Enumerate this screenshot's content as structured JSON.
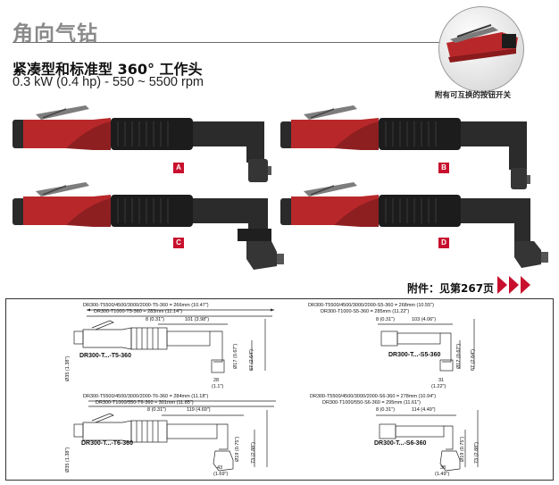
{
  "header": {
    "category_title": "角向气钻",
    "product_title": "紧凑型和标准型 360° 工作头",
    "spec_line": "0.3 kW (0.4 hp) - 550 ~ 5500 rpm",
    "inset_caption": "附有可互换的按钮开关"
  },
  "tools": [
    {
      "letter": "A"
    },
    {
      "letter": "B"
    },
    {
      "letter": "C"
    },
    {
      "letter": "D"
    }
  ],
  "accessories": {
    "label": "附件：见第267页"
  },
  "colors": {
    "accent": "#c8102e",
    "tool_red": "#b8282a",
    "grip_black": "#1c1c1c",
    "heading_gray": "#8a8a8a"
  },
  "drawings": [
    {
      "len1": "DR300-T5500/4500/3000/2000-T5-360 = 266mm (10.47\")",
      "len2": "DR300-T1000-T5-360 = 283mm (11.14\")",
      "dim_a": "8 (0.31\")",
      "dim_b": "101 (3.98\")",
      "model": "DR300-T...-T5-360",
      "v_left": "Ø35 (1.38\")",
      "v_mid": "Ø17 (0.67\")",
      "v_right": "67 (2.64\")",
      "bottom": "28",
      "bottom_in": "(1.1\")"
    },
    {
      "len1": "DR300-T5500/4500/3000/2000-S5-360 = 268mm (10.55\")",
      "len2": "DR300-T1000-S5-360 = 285mm (11.22\")",
      "dim_a": "8 (0.31\")",
      "dim_b": "103 (4.06\")",
      "model": "DR300-T...-S5-360",
      "v_left": "",
      "v_mid": "Ø17 (0.67\")",
      "v_right": "67 (2.64\")",
      "bottom": "31",
      "bottom_in": "(1.22\")"
    },
    {
      "len1": "DR300-T5500/4500/3000/2000-T6-360 = 284mm (11.18\")",
      "len2": "DR300-T1000/550-T6-360 = 301mm (11.85\")",
      "dim_a": "8 (0.31\")",
      "dim_b": "119 (4.69\")",
      "model": "DR300-T...-T6-360",
      "v_left": "Ø35 (1.38\")",
      "v_mid": "Ø19 (0.75\")",
      "v_right": "73 (2.88\")",
      "bottom": "43",
      "bottom_in": "(1.69\")"
    },
    {
      "len1": "DR300-T5500/4500/3000/2000-S6-360 = 278mm (10.94\")",
      "len2": "DR300-T1000/550-S6-360 = 295mm (11.61\")",
      "dim_a": "8 (0.31\")",
      "dim_b": "114 (4.49\")",
      "model": "DR300-T...-S6-360",
      "v_left": "",
      "v_mid": "Ø19 (0.75\")",
      "v_right": "73 (2.88\")",
      "bottom": "38",
      "bottom_in": "(1.49\")"
    }
  ]
}
